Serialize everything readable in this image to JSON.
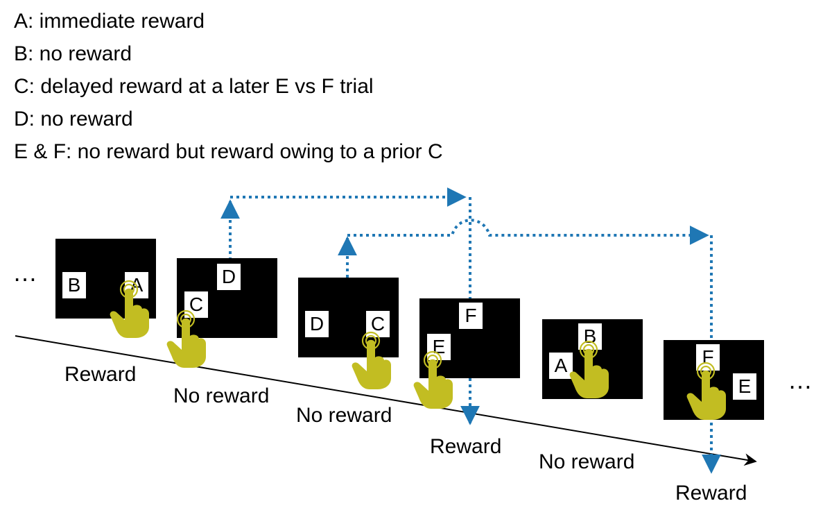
{
  "legend": [
    "A: immediate reward",
    "B: no reward",
    "C: delayed reward at a later E vs F trial",
    "D: no reward",
    "E & F: no reward but reward owing to a prior C"
  ],
  "ellipsis_left": "…",
  "ellipsis_right": "…",
  "colors": {
    "screen": "#000000",
    "card": "#ffffff",
    "hand": "#c2bd22",
    "arrow": "#1f77b4",
    "timeline": "#000000"
  },
  "trials": [
    {
      "cards": [
        "B",
        "A"
      ],
      "chosen": "A",
      "outcome": "Reward"
    },
    {
      "cards": [
        "D",
        "C"
      ],
      "chosen": "C",
      "outcome": "No reward"
    },
    {
      "cards": [
        "D",
        "C"
      ],
      "chosen": "C",
      "outcome": "No reward"
    },
    {
      "cards": [
        "F",
        "E"
      ],
      "chosen": "E",
      "outcome": "Reward"
    },
    {
      "cards": [
        "B",
        "A"
      ],
      "chosen": "B",
      "outcome": "No reward"
    },
    {
      "cards": [
        "F",
        "E"
      ],
      "chosen": "F",
      "outcome": "Reward"
    }
  ],
  "icons": [
    "hand-pointer-icon",
    "arrow-right-icon",
    "arrow-up-icon",
    "arrow-down-icon"
  ]
}
